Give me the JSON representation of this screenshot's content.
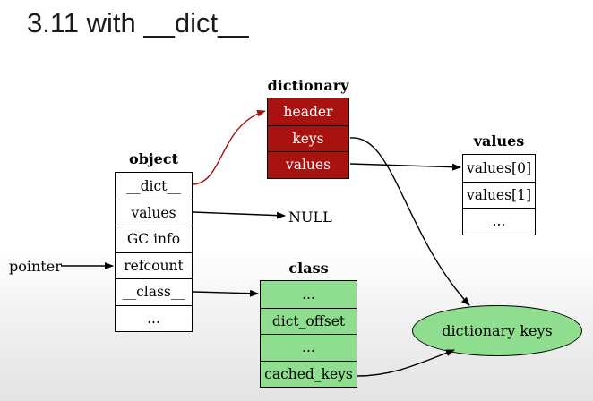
{
  "slide": {
    "title": "3.11 with __dict__"
  },
  "object_table": {
    "title": "object",
    "cells": [
      "__dict__",
      "values",
      "GC info",
      "refcount",
      "__class__",
      "..."
    ]
  },
  "dictionary_table": {
    "title": "dictionary",
    "cells": [
      "header",
      "keys",
      "values"
    ]
  },
  "values_table": {
    "title": "values",
    "cells": [
      "values[0]",
      "values[1]",
      "..."
    ]
  },
  "class_table": {
    "title": "class",
    "cells": [
      "...",
      "dict_offset",
      "...",
      "cached_keys"
    ]
  },
  "nodes": {
    "pointer": "pointer",
    "null": "NULL",
    "dictionary_keys": "dictionary keys"
  },
  "colors": {
    "dictionary_fill": "#a8130f",
    "class_fill": "#8fde8f",
    "dict_edge": "#a8130f",
    "edge": "#000000"
  }
}
